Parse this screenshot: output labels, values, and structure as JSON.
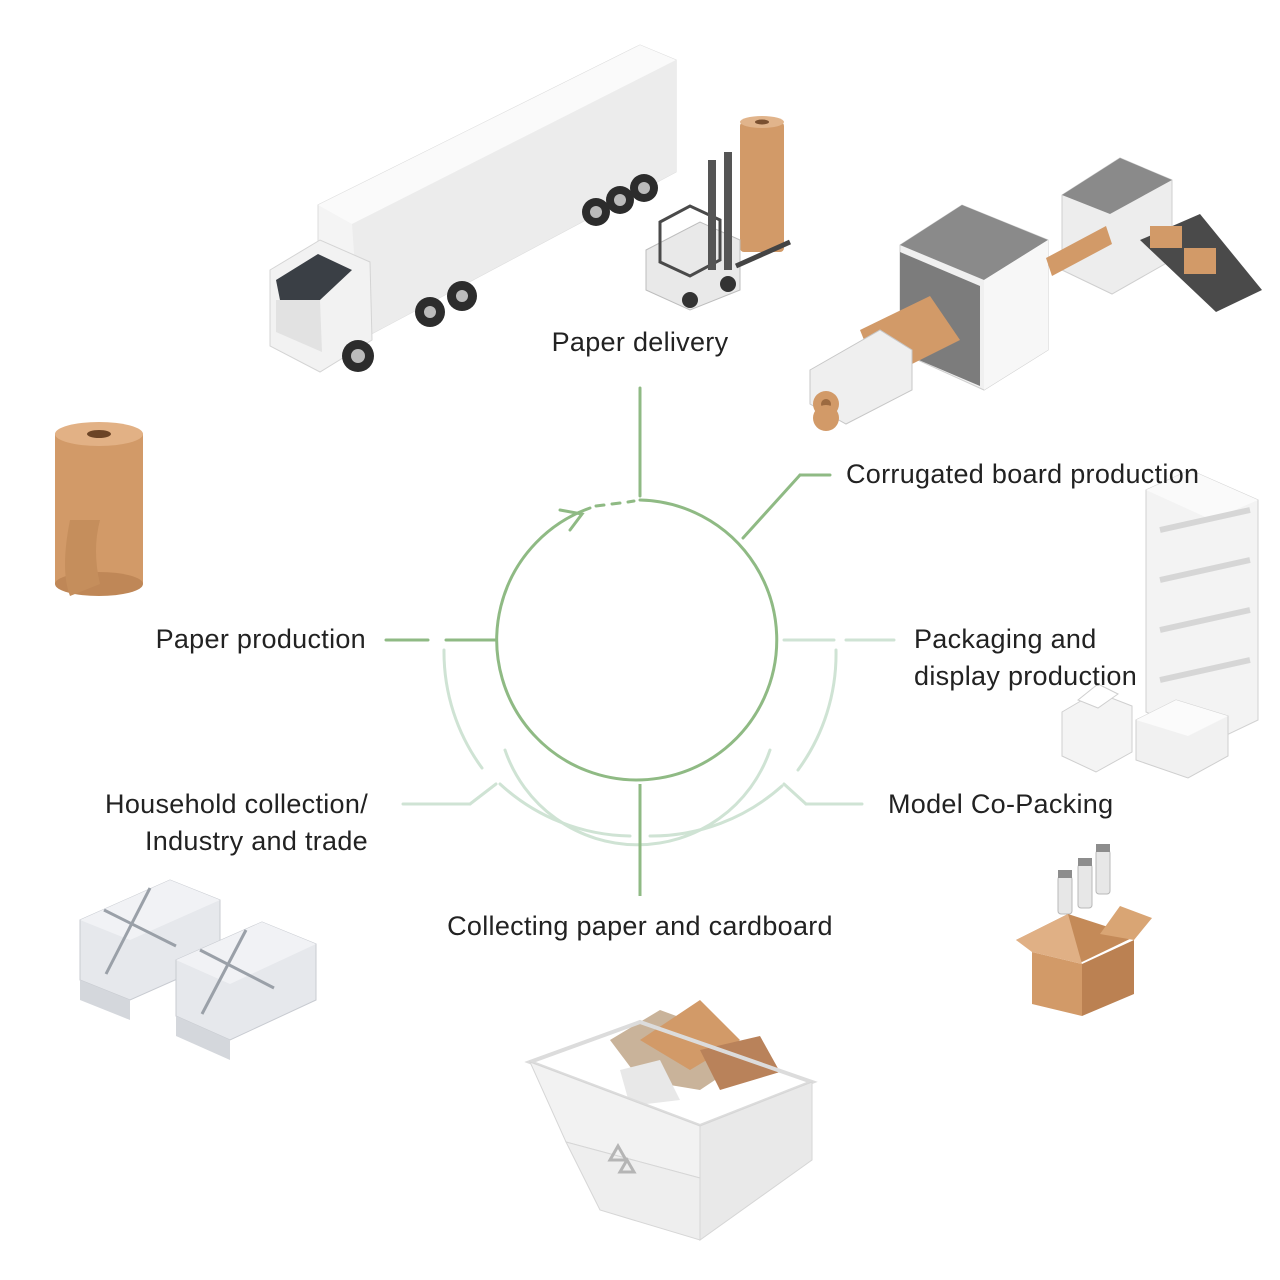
{
  "colors": {
    "ring_dark": "#8fba84",
    "ring_light": "#cfe3d4",
    "kraft": "#d29a68",
    "kraft_dark": "#b27a4c",
    "machine_grey": "#8a8a8a",
    "white_obj": "#f3f3f3"
  },
  "labels": {
    "paper_delivery": "Paper delivery",
    "corrugated": "Corrugated board production",
    "packaging_l1": "Packaging and",
    "packaging_l2": "display production",
    "co_packing": "Model Co-Packing",
    "collecting": "Collecting paper and cardboard",
    "household_l1": "Household collection/",
    "household_l2": "Industry and trade",
    "paper_production": "Paper production"
  },
  "illustrations": {
    "truck": "delivery-truck-icon",
    "forklift": "forklift-with-paper-roll-icon",
    "machines": "corrugating-machine-icon",
    "shelf": "display-shelf-icon",
    "boxes": "packaging-boxes-icon",
    "cobox": "co-packing-box-icon",
    "skip": "recycling-skip-icon",
    "bundles": "paper-bundles-icon",
    "roll": "kraft-paper-roll-icon"
  }
}
